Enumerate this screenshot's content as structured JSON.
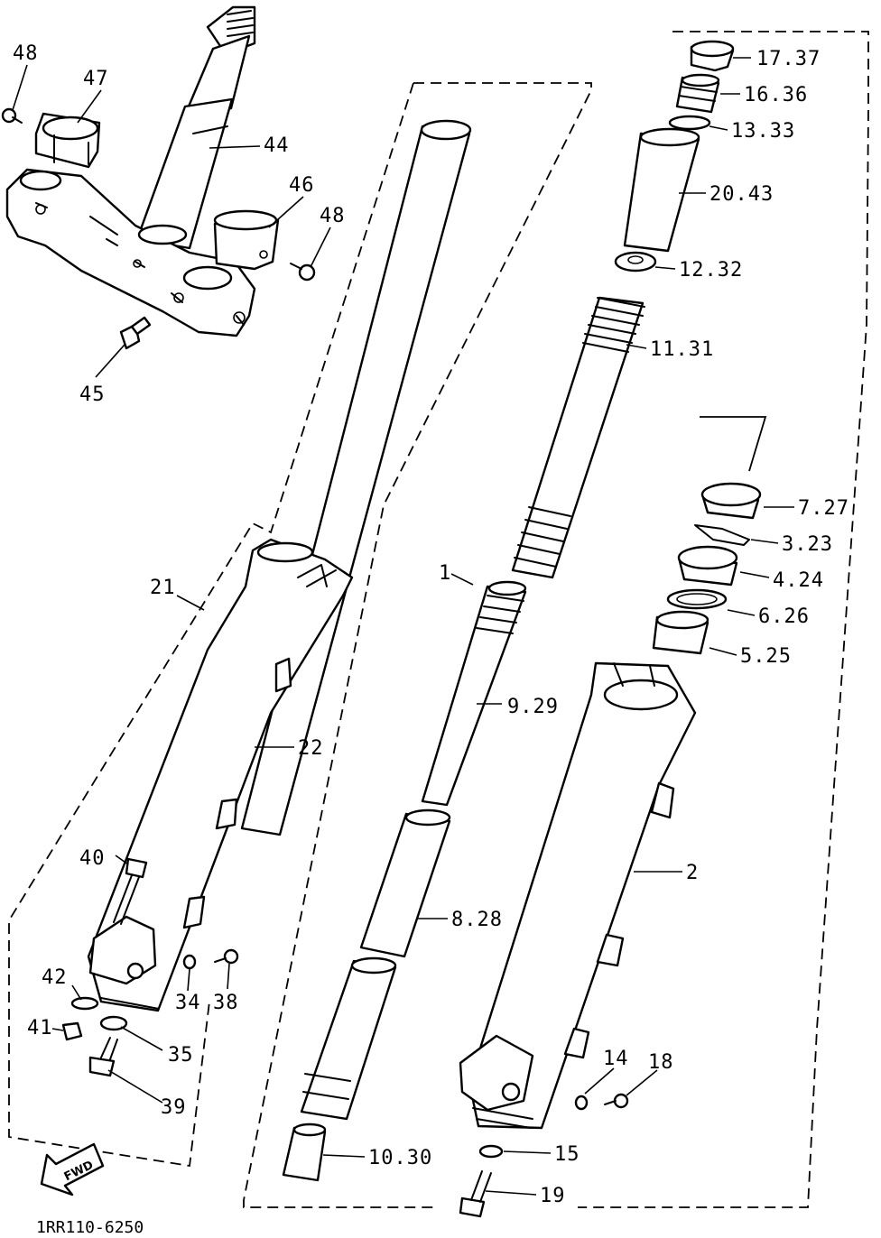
{
  "diagram": {
    "drawing_code": "1RR110-6250",
    "fwd_label": "FWD",
    "labels": [
      {
        "id": "p48a",
        "text": "48"
      },
      {
        "id": "p47",
        "text": "47"
      },
      {
        "id": "p44",
        "text": "44"
      },
      {
        "id": "p46",
        "text": "46"
      },
      {
        "id": "p48b",
        "text": "48"
      },
      {
        "id": "p45",
        "text": "45"
      },
      {
        "id": "p21",
        "text": "21"
      },
      {
        "id": "p22",
        "text": "22"
      },
      {
        "id": "p40",
        "text": "40"
      },
      {
        "id": "p42",
        "text": "42"
      },
      {
        "id": "p34",
        "text": "34"
      },
      {
        "id": "p38",
        "text": "38"
      },
      {
        "id": "p41",
        "text": "41"
      },
      {
        "id": "p35",
        "text": "35"
      },
      {
        "id": "p39",
        "text": "39"
      },
      {
        "id": "p1",
        "text": "1"
      },
      {
        "id": "p929",
        "text": "9.29"
      },
      {
        "id": "p828",
        "text": "8.28"
      },
      {
        "id": "p1030",
        "text": "10.30"
      },
      {
        "id": "p1737",
        "text": "17.37"
      },
      {
        "id": "p1636",
        "text": "16.36"
      },
      {
        "id": "p1333",
        "text": "13.33"
      },
      {
        "id": "p2043",
        "text": "20.43"
      },
      {
        "id": "p1232",
        "text": "12.32"
      },
      {
        "id": "p1131",
        "text": "11.31"
      },
      {
        "id": "p727",
        "text": "7.27"
      },
      {
        "id": "p323",
        "text": "3.23"
      },
      {
        "id": "p424",
        "text": "4.24"
      },
      {
        "id": "p626",
        "text": "6.26"
      },
      {
        "id": "p525",
        "text": "5.25"
      },
      {
        "id": "p2",
        "text": "2"
      },
      {
        "id": "p14",
        "text": "14"
      },
      {
        "id": "p18",
        "text": "18"
      },
      {
        "id": "p15",
        "text": "15"
      },
      {
        "id": "p19",
        "text": "19"
      }
    ]
  }
}
